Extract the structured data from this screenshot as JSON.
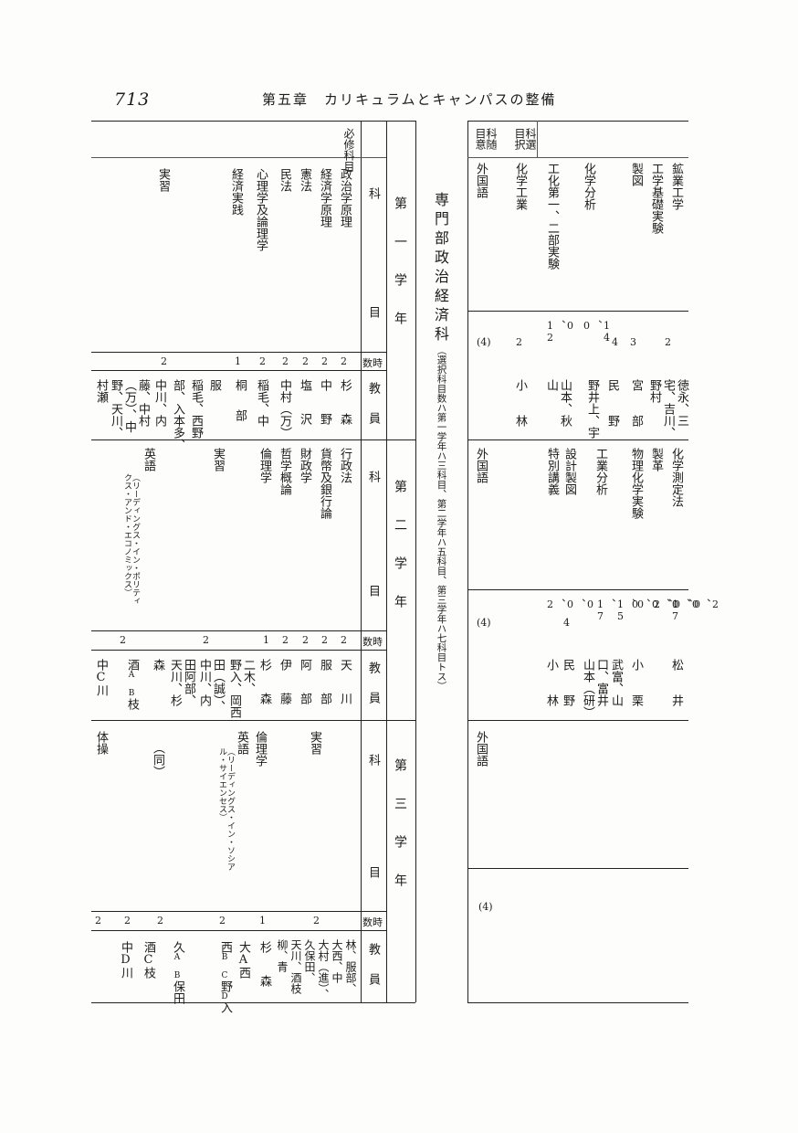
{
  "page": {
    "number": "713",
    "header": "第五章　カリキュラムとキャンパスの整備"
  },
  "center_title": "専門部政治経済科",
  "center_note": "（選択科目数ハ第一学年ハ三科目、第二学年ハ五科目、第三学年ハ七科目トス）",
  "right": {
    "col_sentaku": "科選目択",
    "col_zuii": "科随目意",
    "year1": {
      "subjects": [
        "鉱業工学",
        "工学基礎実験",
        "製図",
        "化学分析",
        "工化第一、二部実験",
        "化学工業",
        "外国語"
      ],
      "hours": [
        "2",
        "3",
        "4",
        "14、0",
        "0、12",
        "2",
        "(4)"
      ],
      "teachers": [
        "徳永、三宅、吉川",
        "野村",
        "宮部",
        "民野",
        "井上、宇",
        "山本、秋",
        "山",
        "小林"
      ]
    },
    "year2": {
      "subjects": [
        "化学測定法",
        "製革",
        "物理化学実験",
        "工業分析",
        "設計製図",
        "特別講義",
        "外国語"
      ],
      "hours": [
        "2、0、0",
        "0、0、2",
        "17、0、0",
        "0、15、17",
        "4",
        "0、0、2",
        "(4)"
      ],
      "teachers": [
        "松井",
        "小栗",
        "武富、山口、富井",
        "山本（研）",
        "民野",
        "小林"
      ]
    },
    "year3": {
      "subjects": [
        "外国語"
      ],
      "hours": [
        "(4)"
      ]
    }
  },
  "left": {
    "col_hisshu": "必修科目",
    "year1": {
      "label": "第一学年",
      "header_kamoku": "科目",
      "header_jisu": "時数",
      "header_kyoin": "教員",
      "subjects": [
        "政治学原理",
        "経済学原理",
        "憲法",
        "民法",
        "心理学及論理学",
        "経済実践",
        "実習"
      ],
      "hours": [
        "2",
        "2",
        "2",
        "2",
        "2",
        "1",
        "2"
      ],
      "teachers": [
        "杉森",
        "中野",
        "塩沢",
        "中村（万）",
        "稲毛、中",
        "桐部",
        "服",
        "稲毛、西野",
        "部、入本多、",
        "中川、内",
        "藤、中村",
        "（万）、中",
        "野、天川、",
        "村瀬"
      ]
    },
    "year2": {
      "label": "第二学年",
      "subjects": [
        "行政法",
        "貨幣及銀行論",
        "財政学",
        "哲学概論",
        "倫理学",
        "実習",
        "英語"
      ],
      "english_note": "（リーディングス・イン・ポリティクス・アンド・エコノミックス）",
      "hours": [
        "2",
        "2",
        "2",
        "2",
        "1",
        "2",
        "2"
      ],
      "teachers": [
        "天川",
        "服部",
        "阿部",
        "伊藤",
        "杉森",
        "二木、野入、岡西",
        "中田（誠）、中川、内",
        "田阿部、天川、杉",
        "森",
        "酒A B枝",
        "中C川"
      ]
    },
    "year3": {
      "label": "第三学年",
      "subjects": [
        "実習",
        "倫理学",
        "英語",
        "（同）",
        "体操"
      ],
      "english_note": "（リーディングス・イン・ソシアル・サイエンセス）",
      "hours": [
        "2",
        "1",
        "2",
        "2",
        "2",
        "2"
      ],
      "teachers": [
        "林、服部、大西、中",
        "大村（進）、久保田、",
        "天川、酒枝、青",
        "柳",
        "杉森",
        "大A西",
        "西B C野D入",
        "久A B保田",
        "酒C枝",
        "中D川"
      ]
    }
  }
}
